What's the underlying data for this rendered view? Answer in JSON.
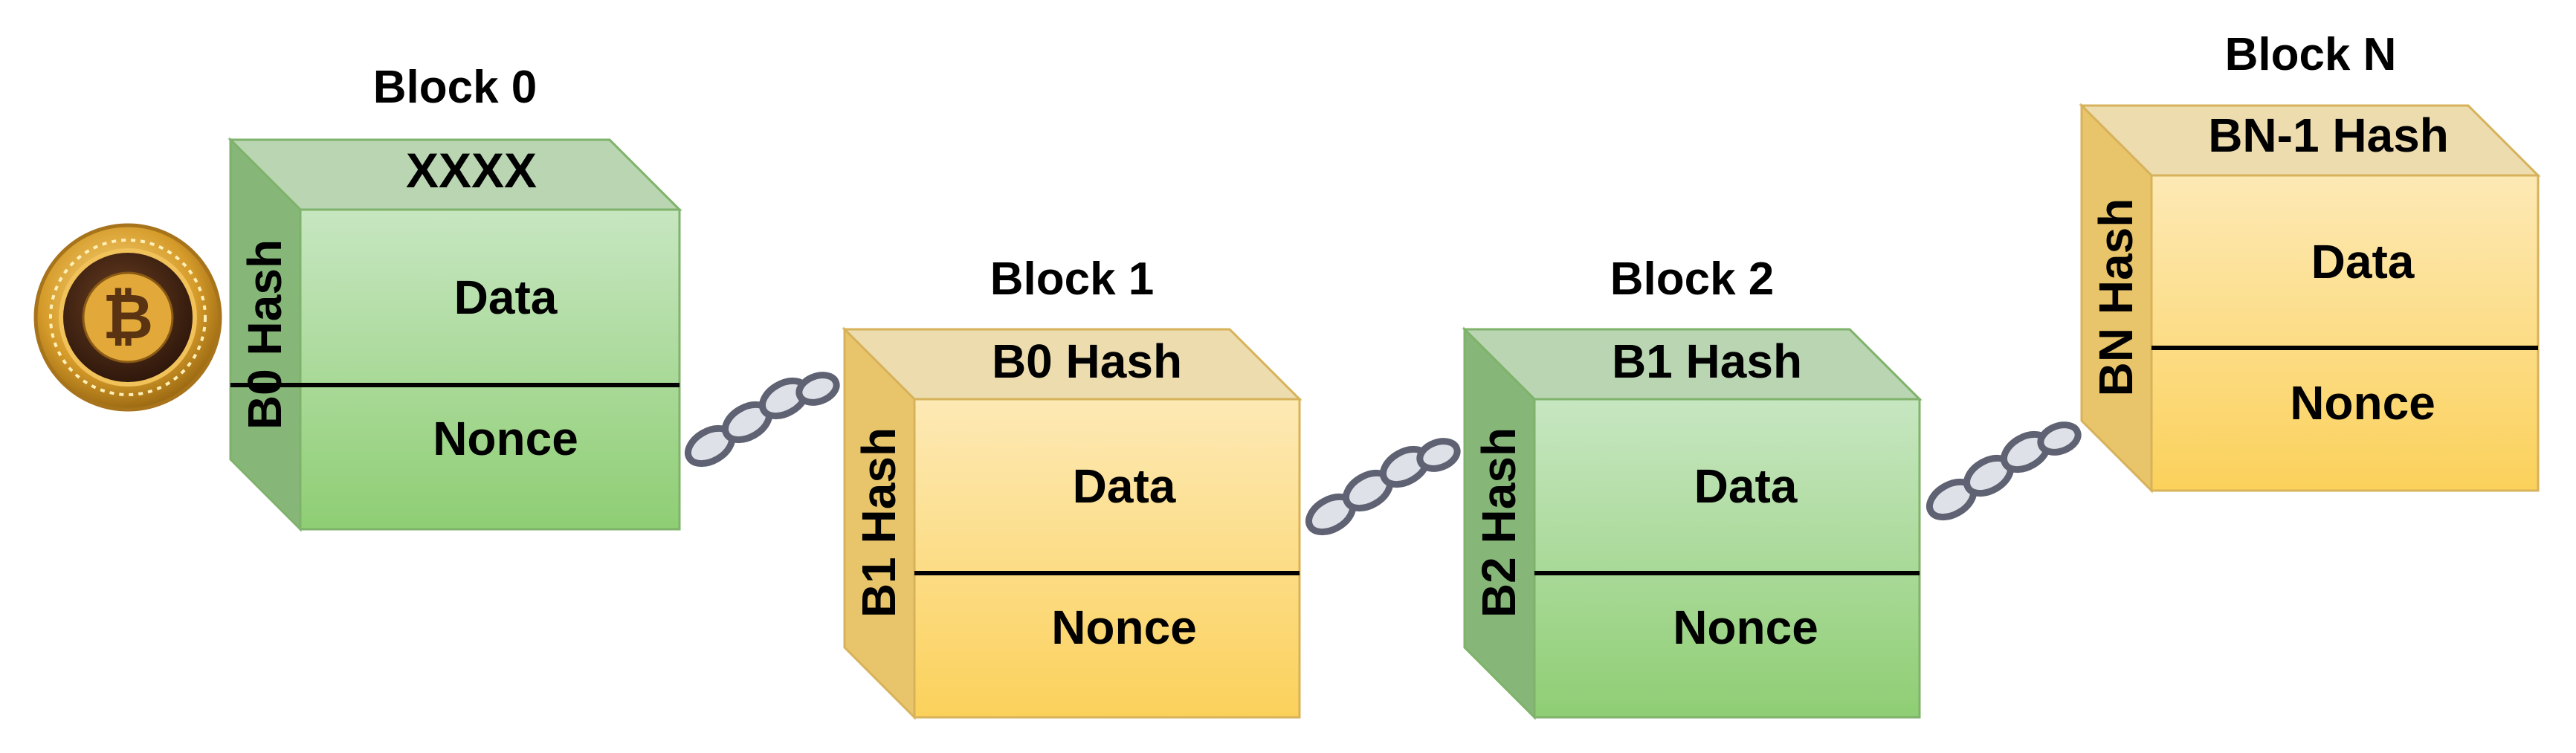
{
  "colors": {
    "green_front_top": "#c7e6c1",
    "green_front_bottom": "#8fce74",
    "green_top_face": "#b9d5b2",
    "green_side_face": "#86b778",
    "green_edge": "#7fb26a",
    "yellow_front_top": "#fde9b5",
    "yellow_front_bottom": "#fbd15b",
    "yellow_top_face": "#ecdcae",
    "yellow_side_face": "#e8c46a",
    "yellow_edge": "#d7b25a",
    "chain": "#5f6272",
    "coin_gold": "#d59b2a",
    "coin_inner": "#4a2a18"
  },
  "coin": {
    "icon": "bitcoin-coin-icon"
  },
  "blocks": [
    {
      "title": "Block 0",
      "top_label": "XXXX",
      "side_label": "B0 Hash",
      "data_label": "Data",
      "nonce_label": "Nonce",
      "color": "green"
    },
    {
      "title": "Block 1",
      "top_label": "B0 Hash",
      "side_label": "B1 Hash",
      "data_label": "Data",
      "nonce_label": "Nonce",
      "color": "yellow"
    },
    {
      "title": "Block 2",
      "top_label": "B1 Hash",
      "side_label": "B2 Hash",
      "data_label": "Data",
      "nonce_label": "Nonce",
      "color": "green"
    },
    {
      "title": "Block N",
      "top_label": "BN-1 Hash",
      "side_label": "BN Hash",
      "data_label": "Data",
      "nonce_label": "Nonce",
      "color": "yellow"
    }
  ],
  "links": [
    {
      "icon": "chain-link-icon"
    },
    {
      "icon": "chain-link-icon"
    },
    {
      "icon": "chain-link-icon"
    }
  ]
}
